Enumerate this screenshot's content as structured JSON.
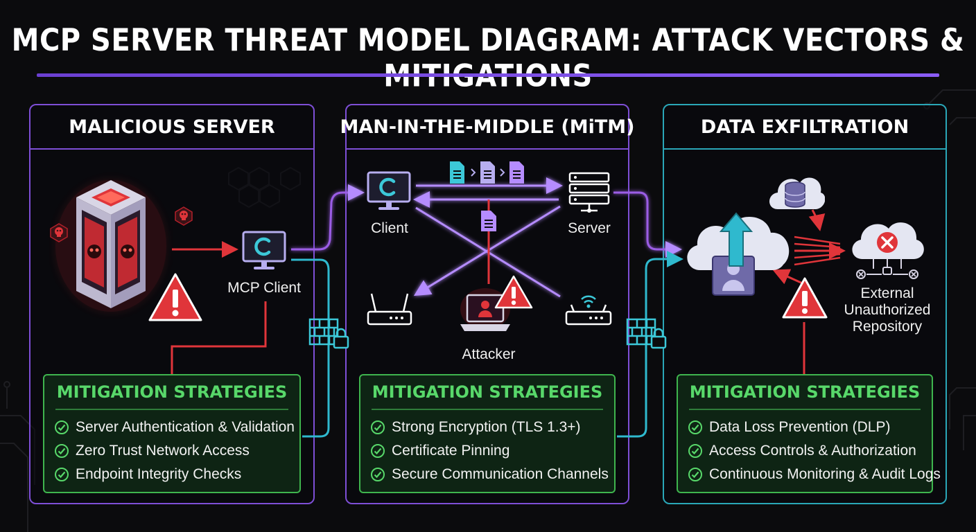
{
  "title": "MCP SERVER THREAT MODEL DIAGRAM: ATTACK VECTORS & MITIGATIONS",
  "colors": {
    "purple": "#7e4fd6",
    "cyan": "#2aa7b8",
    "red": "#e0353a",
    "green": "#3fb54e"
  },
  "panels": [
    {
      "header": "MALICIOUS SERVER",
      "labels": {
        "client": "MCP Client"
      },
      "mitigation_title": "MITIGATION STRATEGIES",
      "mitigations": [
        "Server Authentication & Validation",
        "Zero Trust Network Access",
        "Endpoint Integrity Checks"
      ]
    },
    {
      "header": "MAN-IN-THE-MIDDLE (MiTM)",
      "labels": {
        "client": "Client",
        "server": "Server",
        "attacker": "Attacker"
      },
      "mitigation_title": "MITIGATION STRATEGIES",
      "mitigations": [
        "Strong Encryption (TLS 1.3+)",
        "Certificate Pinning",
        "Secure Communication Channels"
      ]
    },
    {
      "header": "DATA EXFILTRATION",
      "labels": {
        "repository": "External\nUnauthorized\nRepository"
      },
      "mitigation_title": "MITIGATION STRATEGIES",
      "mitigations": [
        "Data Loss Prevention (DLP)",
        "Access Controls & Authorization",
        "Continuous Monitoring & Audit Logs"
      ]
    }
  ],
  "icons": [
    "malicious-server-icon",
    "skull-icon",
    "warning-icon",
    "monitor-icon",
    "firewall-lock-icon",
    "document-icon",
    "server-rack-icon",
    "router-icon",
    "laptop-icon",
    "cloud-upload-icon",
    "database-cloud-icon",
    "error-cloud-icon",
    "check-icon"
  ]
}
